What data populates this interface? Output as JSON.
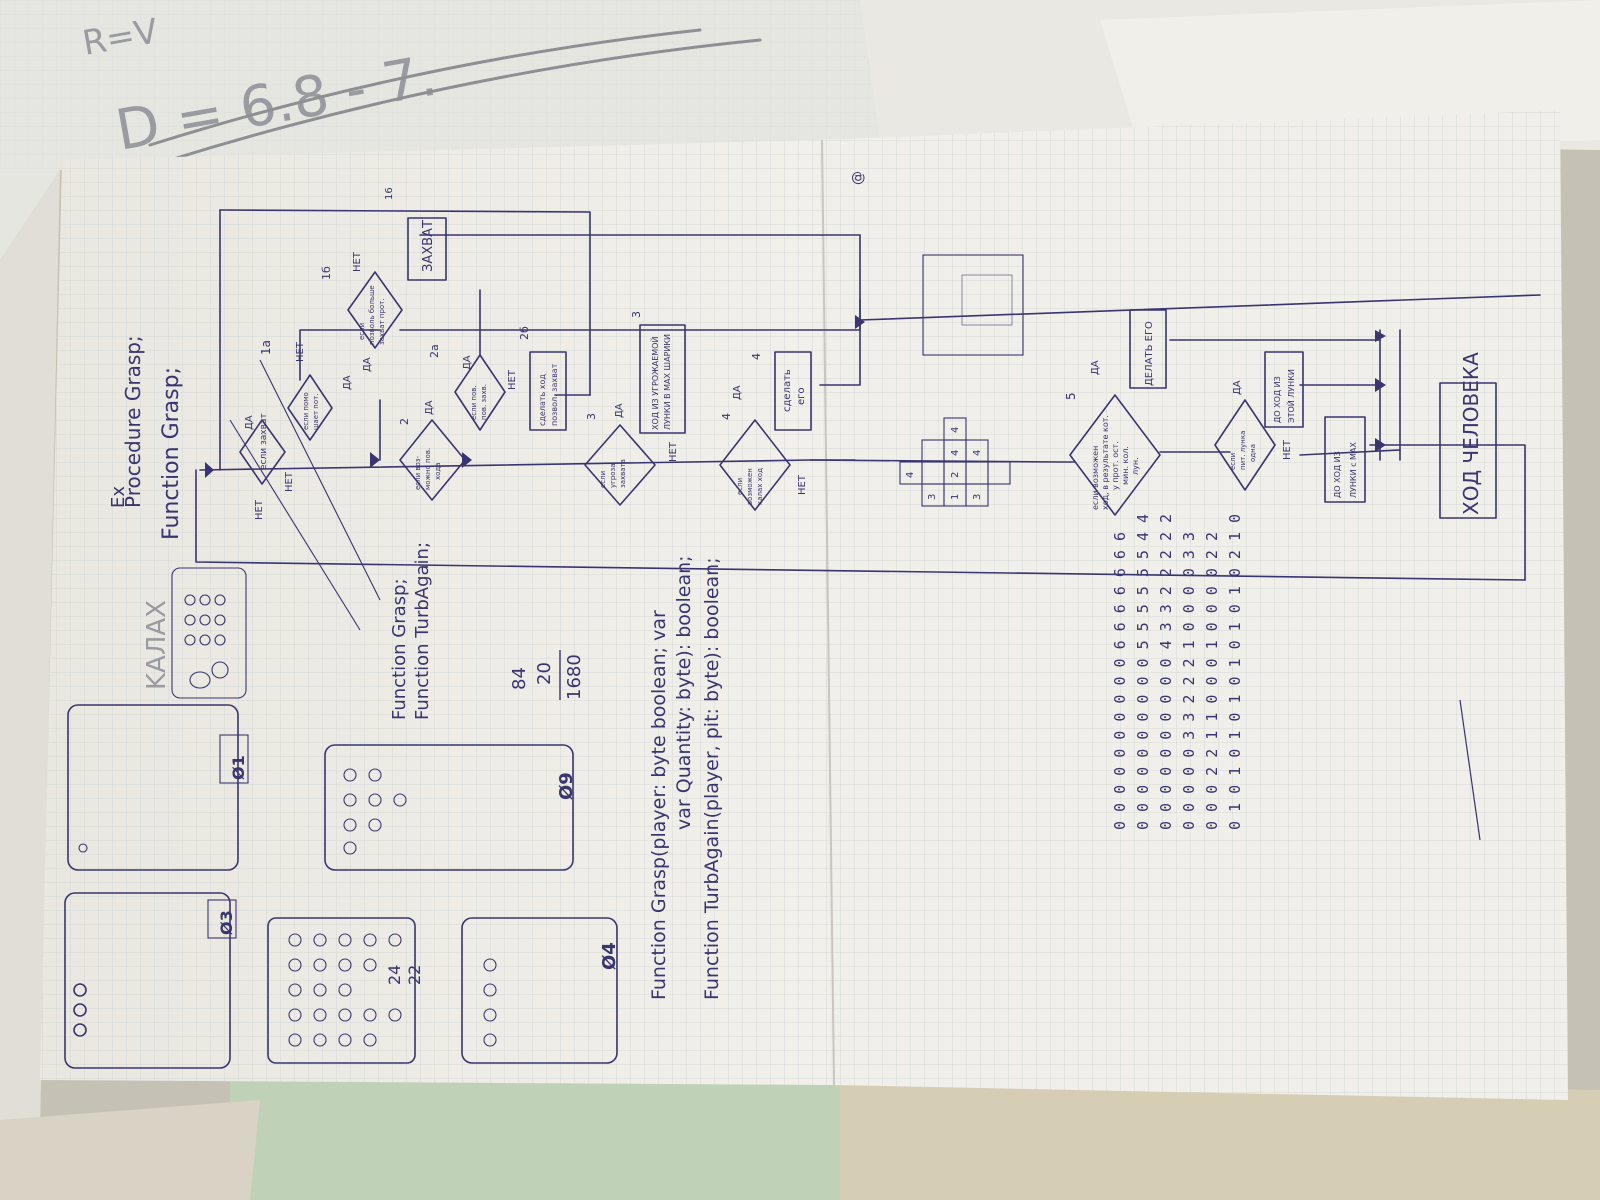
{
  "background_notes": {
    "formula_r": "R=V",
    "formula_d": "D = 6.8 - 7."
  },
  "left_sheet": {
    "header_mark": "Ex",
    "procedure_line": "Procedure Grasp;",
    "function_line": "Function Grasp;",
    "kalah_label": "KАЛАХ",
    "flowchart": {
      "d1": {
        "text": "если захват",
        "yes": "ДА",
        "no": "НЕТ",
        "no2": "НЕТ"
      },
      "d1a": {
        "text": [
          "если помо",
          "шает пот."
        ],
        "number": "1а",
        "yes": "ДА",
        "no": "НЕТ"
      },
      "d1b": {
        "text": [
          "если",
          "позволь больше",
          "захват прот."
        ],
        "number": "1б",
        "yes": "ДА",
        "no": "НЕТ"
      },
      "box_capture": {
        "text": "ЗАХВАТ",
        "number": "16"
      },
      "d2": {
        "text": [
          "если воз-",
          "можно пов.",
          "хода"
        ],
        "number": "2",
        "yes": "ДА"
      },
      "d2a": {
        "text": [
          "если пов.",
          "пов. захв."
        ],
        "number": "2а",
        "yes": "ДА",
        "no": "НЕТ"
      },
      "box_2b": {
        "text": [
          "сделать ход",
          "позвол. захват"
        ],
        "number": "2б"
      },
      "d3": {
        "text": [
          "если",
          "угроза",
          "захвата"
        ],
        "number": "3",
        "yes": "ДА",
        "no": "НЕТ"
      },
      "box_3": {
        "text": [
          "ХОД ИЗ УГРОЖАЕМОЙ",
          "ЛУНКИ В МАХ ШАРИКИ"
        ],
        "number": "3"
      },
      "d4": {
        "text": [
          "если",
          "возможен",
          "калах ход"
        ],
        "number": "4",
        "yes": "ДА",
        "no": "НЕТ"
      },
      "box_4": {
        "text": [
          "сделать",
          "его"
        ],
        "number": "4"
      }
    },
    "function_defs": [
      "Function Grasp;",
      "Function TurbAgain;"
    ],
    "calc": [
      "84",
      "20",
      "1680"
    ],
    "board_labels": [
      "Ø1",
      "Ø3",
      "Ø9",
      "Ø4"
    ],
    "cell_crossed": [
      "24",
      "22"
    ],
    "signatures": [
      "Function  Grasp(player: byte boolean; var",
      "var Quantity: byte): boolean;",
      "Function  TurbAgain(player, pit: byte): boolean;"
    ]
  },
  "right_sheet": {
    "corner_mark": "@",
    "grid_small": {
      "cells": [
        "4",
        "3",
        "4",
        "4",
        "4",
        "3",
        "2",
        "1"
      ]
    },
    "d5": {
      "text": [
        "если возможен",
        "ход, в результате кот.",
        "у прот. ост.",
        "мин. кол.",
        "лун."
      ],
      "number": "5",
      "yes": "ДА"
    },
    "box_5": {
      "text": "ДЕЛАТЬ ЕГО"
    },
    "d6": {
      "text": [
        "если",
        "пит. лунка",
        "одна"
      ],
      "yes": "ДА",
      "no": "НЕТ"
    },
    "box_6": {
      "text": [
        "ДО ХОД ИЗ",
        "ЭТОЙ ЛУНКИ"
      ]
    },
    "box_7": {
      "text": [
        "ДО ХОД ИЗ",
        "ЛУНКИ с MAX"
      ]
    },
    "human_move": "ХОД ЧЕЛОВЕКА",
    "number_table": {
      "rows": [
        "0 0 0 0 0 0 0 0 0 0 6 6 6 6 6 6 6",
        "0 0 0 0 0 0 0 0 0 0 5 5 5 5 5 5 4 4",
        "0 0 0 0 0 0 0 0 0 0 4 3 3 2 2 2 2 2",
        "0 0 0 0 0 3 3 2 2 2 1 0 0 0 0 3 3",
        "0 0 0 2 2 1 1 0 0 0 1 0 0 0 0 2 2",
        "0 1 0 1 0 1 0 1 0 1 0 1 0 1 0 2 1 0"
      ]
    }
  }
}
